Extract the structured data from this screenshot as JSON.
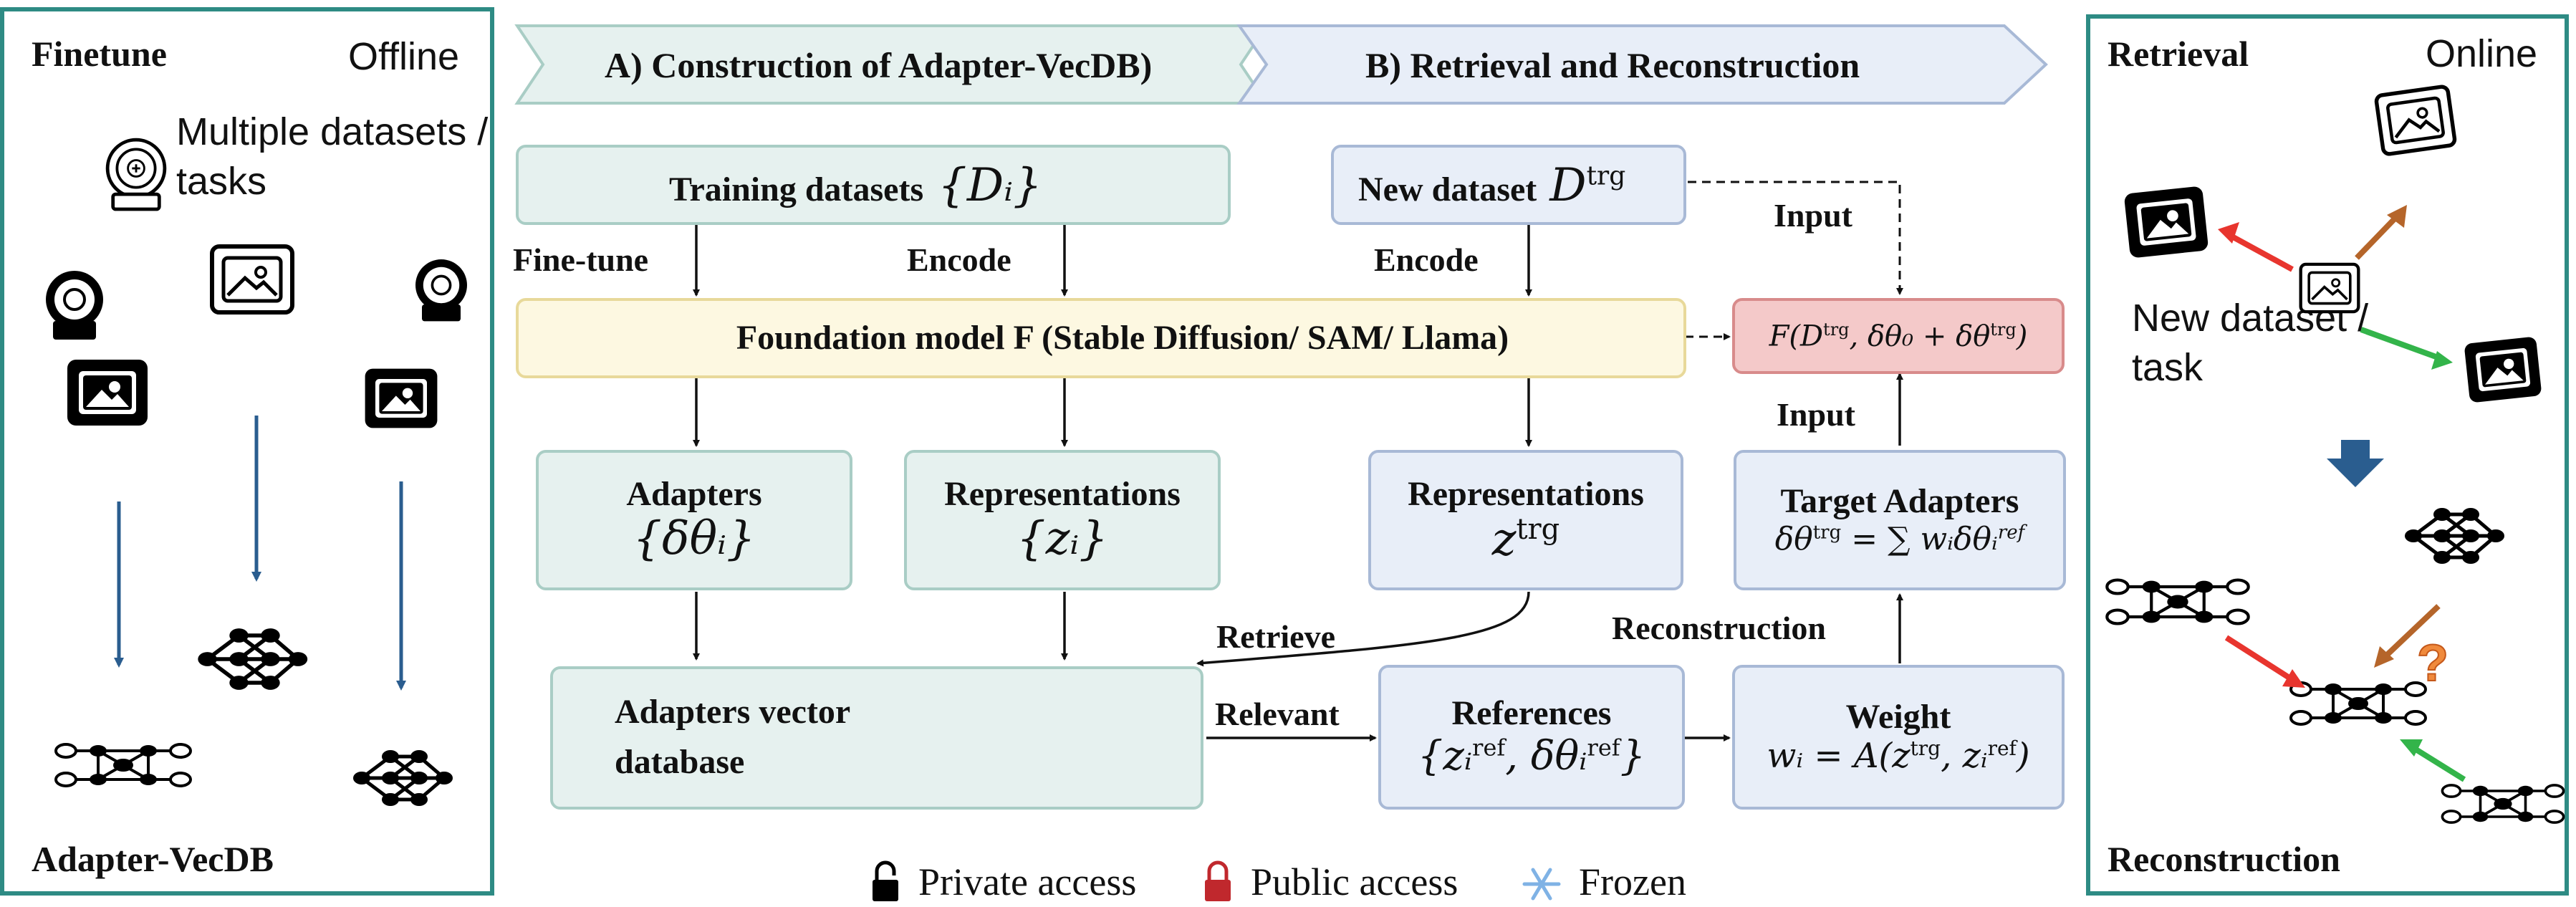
{
  "offline_panel": {
    "heading": "Finetune",
    "mode": "Offline",
    "datasets_label": "Multiple datasets / tasks",
    "bottom_label": "Adapter-VecDB"
  },
  "online_panel": {
    "heading": "Retrieval",
    "mode": "Online",
    "new_dataset_label": "New dataset / task",
    "bottom_label": "Reconstruction"
  },
  "banner": {
    "step_a": "A) Construction of Adapter-VecDB)",
    "step_b": "B) Retrieval and Reconstruction"
  },
  "boxes": {
    "training": {
      "title": "Training datasets",
      "math": "{Dᵢ}"
    },
    "new_dataset": {
      "title": "New dataset",
      "math": "D",
      "sup": "trg"
    },
    "foundation": {
      "title": "Foundation model F (Stable Diffusion/ SAM/ Llama)"
    },
    "output": {
      "math": "F(D",
      "sup1": "trg",
      "mid": ", δθ₀ + δθ",
      "sup2": "trg",
      "end": ")"
    },
    "adapters": {
      "title": "Adapters",
      "math": "{δθᵢ}"
    },
    "representations_left": {
      "title": "Representations",
      "math": "{zᵢ}"
    },
    "representations_right": {
      "title": "Representations",
      "math": "z",
      "sup": "trg"
    },
    "target_adapters": {
      "title": "Target Adapters",
      "math": "δθ",
      "sup": "trg",
      "math2": " = ∑ wᵢδθᵢ",
      "sup2": "ref"
    },
    "vecdb": {
      "line1": "Adapters vector",
      "line2": "database"
    },
    "references": {
      "title": "References",
      "math": "{zᵢ",
      "sup1": "ref",
      "mid": ", δθᵢ",
      "sup2": "ref",
      "end": "}"
    },
    "weight": {
      "title": "Weight",
      "math": "wᵢ = A(z",
      "sup1": "trg",
      "mid": ", zᵢ",
      "sup2": "ref",
      "end": ")"
    }
  },
  "edge_labels": {
    "finetune": "Fine-tune",
    "encode_left": "Encode",
    "encode_right": "Encode",
    "input_top": "Input",
    "input_mid": "Input",
    "retrieve": "Retrieve",
    "relevant": "Relevant",
    "reconstruction": "Reconstruction"
  },
  "legend": {
    "private": "Private access",
    "public": "Public access",
    "frozen": "Frozen"
  },
  "colors": {
    "teal_border": "#2e8b84",
    "arrow_red": "#e8352e",
    "arrow_brown": "#b5652a",
    "arrow_green": "#33b44a",
    "arrow_blue": "#2a5d8f",
    "lock_red": "#c0282d",
    "snow": "#7fb2e5"
  }
}
